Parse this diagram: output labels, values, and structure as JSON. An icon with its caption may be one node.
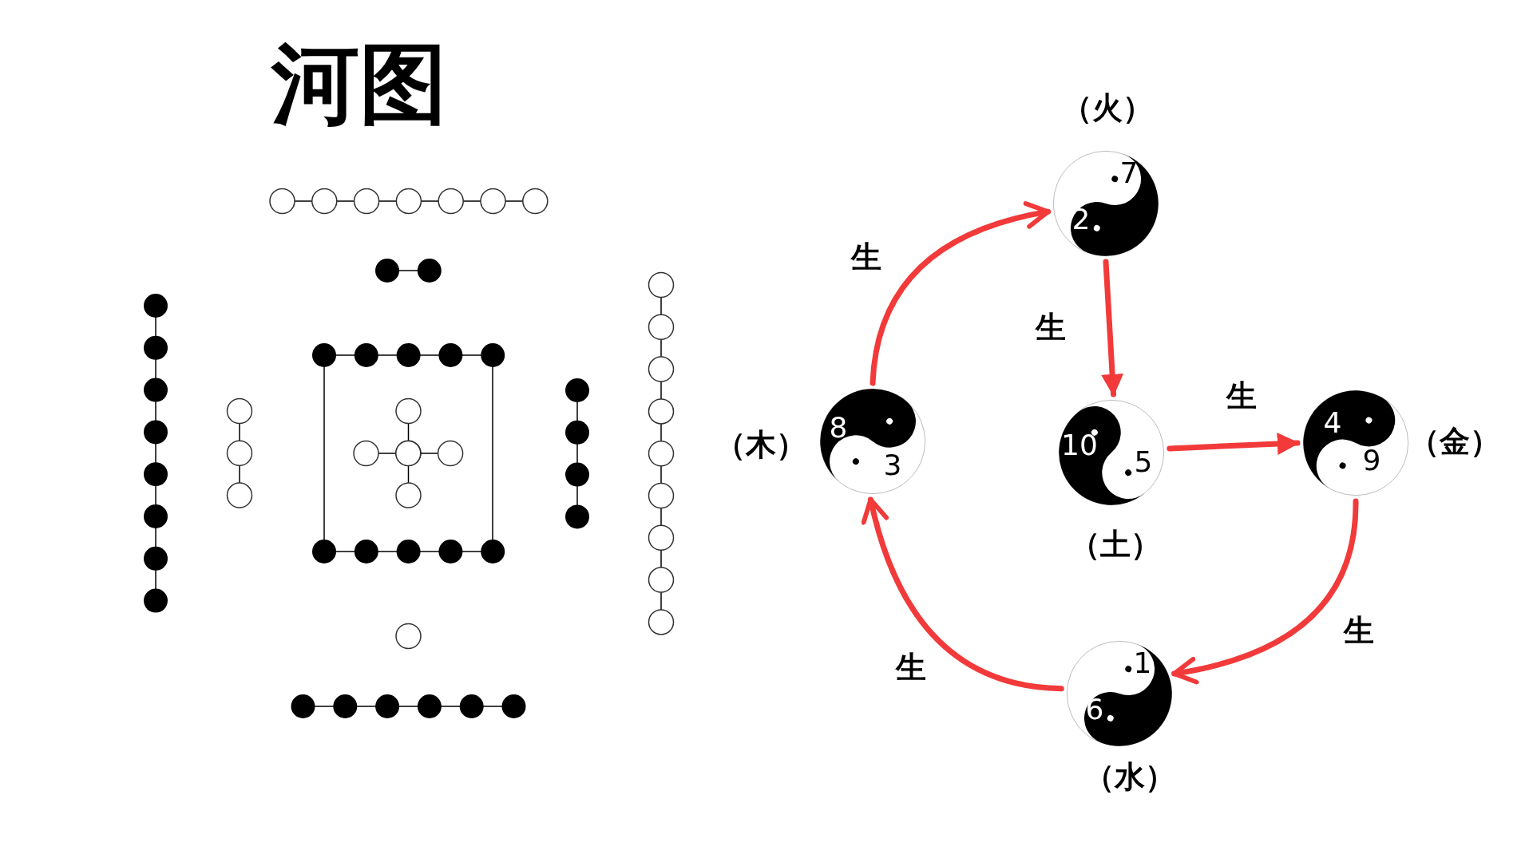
{
  "diagram": {
    "title": "河图",
    "nodes": [
      {
        "text": [
          "7",
          "2"
        ],
        "beside": [
          "（火）"
        ]
      },
      {
        "text": [
          "8",
          "3"
        ],
        "beside": [
          "（木）"
        ]
      },
      {
        "text": [
          "10",
          "5"
        ],
        "beside": [
          "（土）"
        ]
      },
      {
        "text": [
          "4",
          "9"
        ],
        "beside": [
          "（金）"
        ]
      },
      {
        "text": [
          "1",
          "6"
        ],
        "beside": [
          "（水）"
        ]
      }
    ],
    "edges": [
      {
        "from": 1,
        "to": 0,
        "arrow": "to",
        "label": "生"
      },
      {
        "from": 0,
        "to": 2,
        "arrow": "to",
        "label": "生"
      },
      {
        "from": 2,
        "to": 3,
        "arrow": "to",
        "label": "生"
      },
      {
        "from": 3,
        "to": 4,
        "arrow": "to",
        "label": "生"
      },
      {
        "from": 4,
        "to": 1,
        "arrow": "to",
        "label": "生"
      }
    ]
  }
}
